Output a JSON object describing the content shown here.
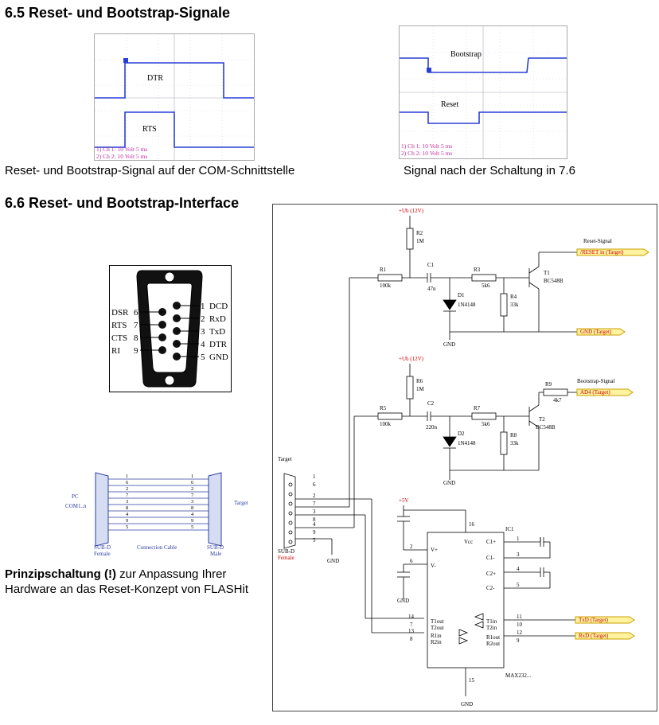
{
  "sec65": {
    "num": "6.5",
    "title": "Reset- und Bootstrap-Signale"
  },
  "sec66": {
    "num": "6.6",
    "title": "Reset- und Bootstrap-Interface"
  },
  "scope1": {
    "caption": "Reset- und Bootstrap-Signal auf der COM-Schnittstelle",
    "labels": [
      "DTR",
      "RTS"
    ],
    "legend": [
      "1) Ch 1:    10 Volt  5 ms",
      "2) Ch 2:    10 Volt  5 ms"
    ]
  },
  "scope2": {
    "caption": "Signal nach der Schaltung in 7.6",
    "labels": [
      "Bootstrap",
      "Reset"
    ],
    "legend": [
      "1) Ch 1:    10 Volt  5 ms",
      "2) Ch 2:    10 Volt  5 ms"
    ]
  },
  "db9": {
    "left": [
      {
        "name": "DSR",
        "num": "6"
      },
      {
        "name": "RTS",
        "num": "7"
      },
      {
        "name": "CTS",
        "num": "8"
      },
      {
        "name": "RI",
        "num": "9"
      }
    ],
    "right": [
      {
        "num": "1",
        "name": "DCD"
      },
      {
        "num": "2",
        "name": "RxD"
      },
      {
        "num": "3",
        "name": "TxD"
      },
      {
        "num": "4",
        "name": "DTR"
      },
      {
        "num": "5",
        "name": "GND"
      }
    ]
  },
  "cable": {
    "pc": "PC",
    "com": "COM1..n",
    "target": "Target",
    "sub_left": "SUB-D",
    "female": "Female",
    "mid": "Connection Cable",
    "sub_right": "SUB-D",
    "male": "Male",
    "pins": [
      "1",
      "6",
      "2",
      "7",
      "3",
      "8",
      "4",
      "9",
      "5"
    ]
  },
  "note": {
    "bold": "Prinzipschaltung (!)",
    "text": " zur Anpassung Ihrer Hardware an das Reset-Konzept von FLASHit"
  },
  "schem": {
    "vcc": "+Ub (12V)",
    "gnd": "GND",
    "v5": "+5V",
    "r1": "R1",
    "r1v": "100k",
    "r2": "R2",
    "r2v": "1M",
    "c1": "C1",
    "c1v": "47n",
    "r3": "R3",
    "r3v": "5k6",
    "r4": "R4",
    "r4v": "33k",
    "d1": "D1",
    "d1v": "1N4148",
    "t1": "T1",
    "t1v": "BC548B",
    "r5": "R5",
    "r5v": "100k",
    "r6": "R6",
    "r6v": "1M",
    "c2": "C2",
    "c2v": "220n",
    "r7": "R7",
    "r7v": "5k6",
    "r8": "R8",
    "r8v": "33k",
    "d2": "D2",
    "d2v": "1N4148",
    "t2": "T2",
    "t2v": "BC548B",
    "r9": "R9",
    "r9v": "4k7",
    "reset_sig": "Reset-Signal",
    "reset_tag": "/RESET in (Target)",
    "gnd_tag": "GND (Target)",
    "boot_sig": "Bootstrap-Signal",
    "ad4_tag": "AD4 (Target)",
    "target": "Target",
    "subd": "SUB-D",
    "female": "Female",
    "conn_pins": [
      "1",
      "6",
      "2",
      "7",
      "3",
      "8",
      "4",
      "9",
      "5"
    ],
    "ic": "IC1",
    "ic_name": "MAX232...",
    "ic_vcc": "Vcc",
    "ic_left": [
      "V+",
      "V-",
      "T1out",
      "T2out",
      "R1in",
      "R2in"
    ],
    "ic_left_pins": [
      "2",
      "6",
      "14",
      "7",
      "13",
      "8"
    ],
    "ic_right": [
      "C1+",
      "C1-",
      "C2+",
      "C2-",
      "T1in",
      "T2in",
      "R1out",
      "R2out"
    ],
    "ic_right_pins": [
      "1",
      "3",
      "4",
      "5",
      "11",
      "10",
      "12",
      "9"
    ],
    "pin16": "16",
    "pin15": "15",
    "txd_tag": "TxD (Target)",
    "rxd_tag": "RxD (Target)"
  }
}
